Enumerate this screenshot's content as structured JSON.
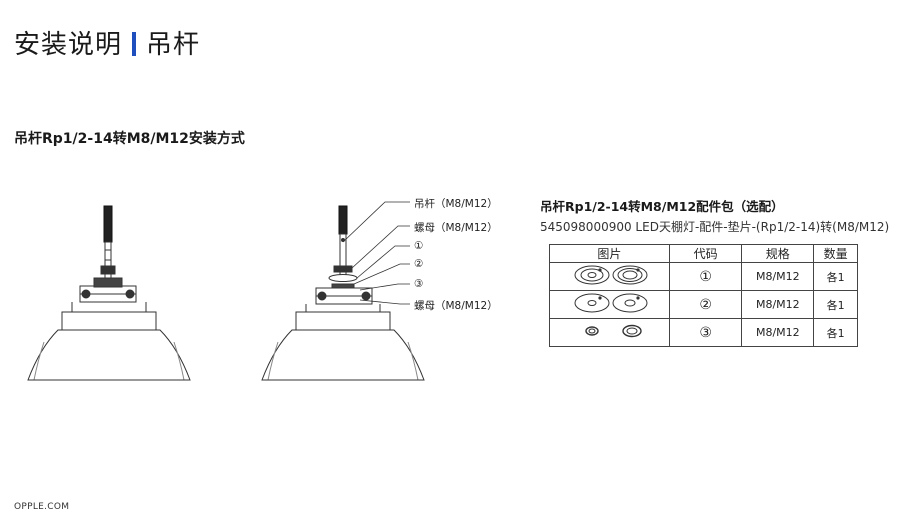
{
  "header": {
    "title_main": "安装说明",
    "title_sub": "吊杆"
  },
  "section": {
    "heading": "吊杆Rp1/2-14转M8/M12安装方式"
  },
  "callouts": {
    "rod": "吊杆（M8/M12）",
    "nut_top": "螺母（M8/M12）",
    "part1": "①",
    "part2": "②",
    "part3": "③",
    "nut_bottom": "螺母（M8/M12）"
  },
  "kit": {
    "title": "吊杆Rp1/2-14转M8/M12配件包（选配）",
    "code_line": "545098000900 LED天棚灯-配件-垫片-(Rp1/2-14)转(M8/M12)"
  },
  "table": {
    "headers": [
      "图片",
      "代码",
      "规格",
      "数量"
    ],
    "rows": [
      {
        "code": "①",
        "spec": "M8/M12",
        "qty": "各1"
      },
      {
        "code": "②",
        "spec": "M8/M12",
        "qty": "各1"
      },
      {
        "code": "③",
        "spec": "M8/M12",
        "qty": "各1"
      }
    ]
  },
  "footer": {
    "site": "OPPLE.COM"
  },
  "colors": {
    "accent": "#1f4fbf",
    "line": "#444444"
  }
}
